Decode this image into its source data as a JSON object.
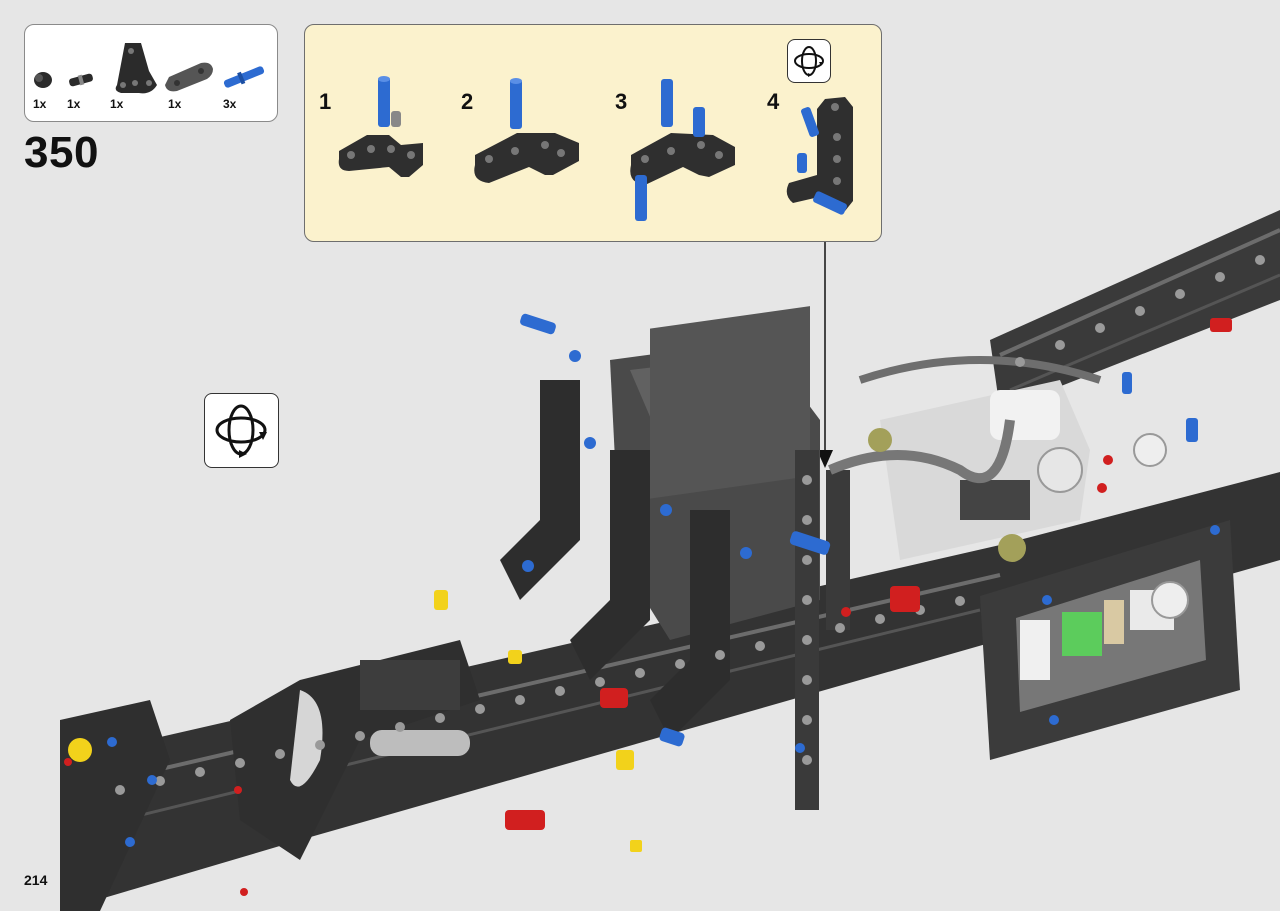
{
  "parts_list": {
    "items": [
      {
        "part": "black-bush",
        "qty": "1x"
      },
      {
        "part": "black-connector-pin",
        "qty": "1x"
      },
      {
        "part": "black-triangle-beam",
        "qty": "1x"
      },
      {
        "part": "dark-gray-2x2-beam",
        "qty": "1x"
      },
      {
        "part": "blue-axle-pin",
        "qty": "3x"
      }
    ]
  },
  "step_number": "350",
  "callout": {
    "sub_steps": [
      "1",
      "2",
      "3",
      "4"
    ],
    "rotate_icon": "rotate-model-icon"
  },
  "rotate_icon": "rotate-model-icon",
  "page_number": "214",
  "colors": {
    "background": "#e6e6e6",
    "callout_background": "#fbf2cd",
    "technic_black": "#2b2b2b",
    "technic_gray": "#6c6c6c",
    "pin_blue": "#2d6bd1",
    "accent_red": "#d11f1f",
    "accent_yellow": "#f2d21b"
  }
}
